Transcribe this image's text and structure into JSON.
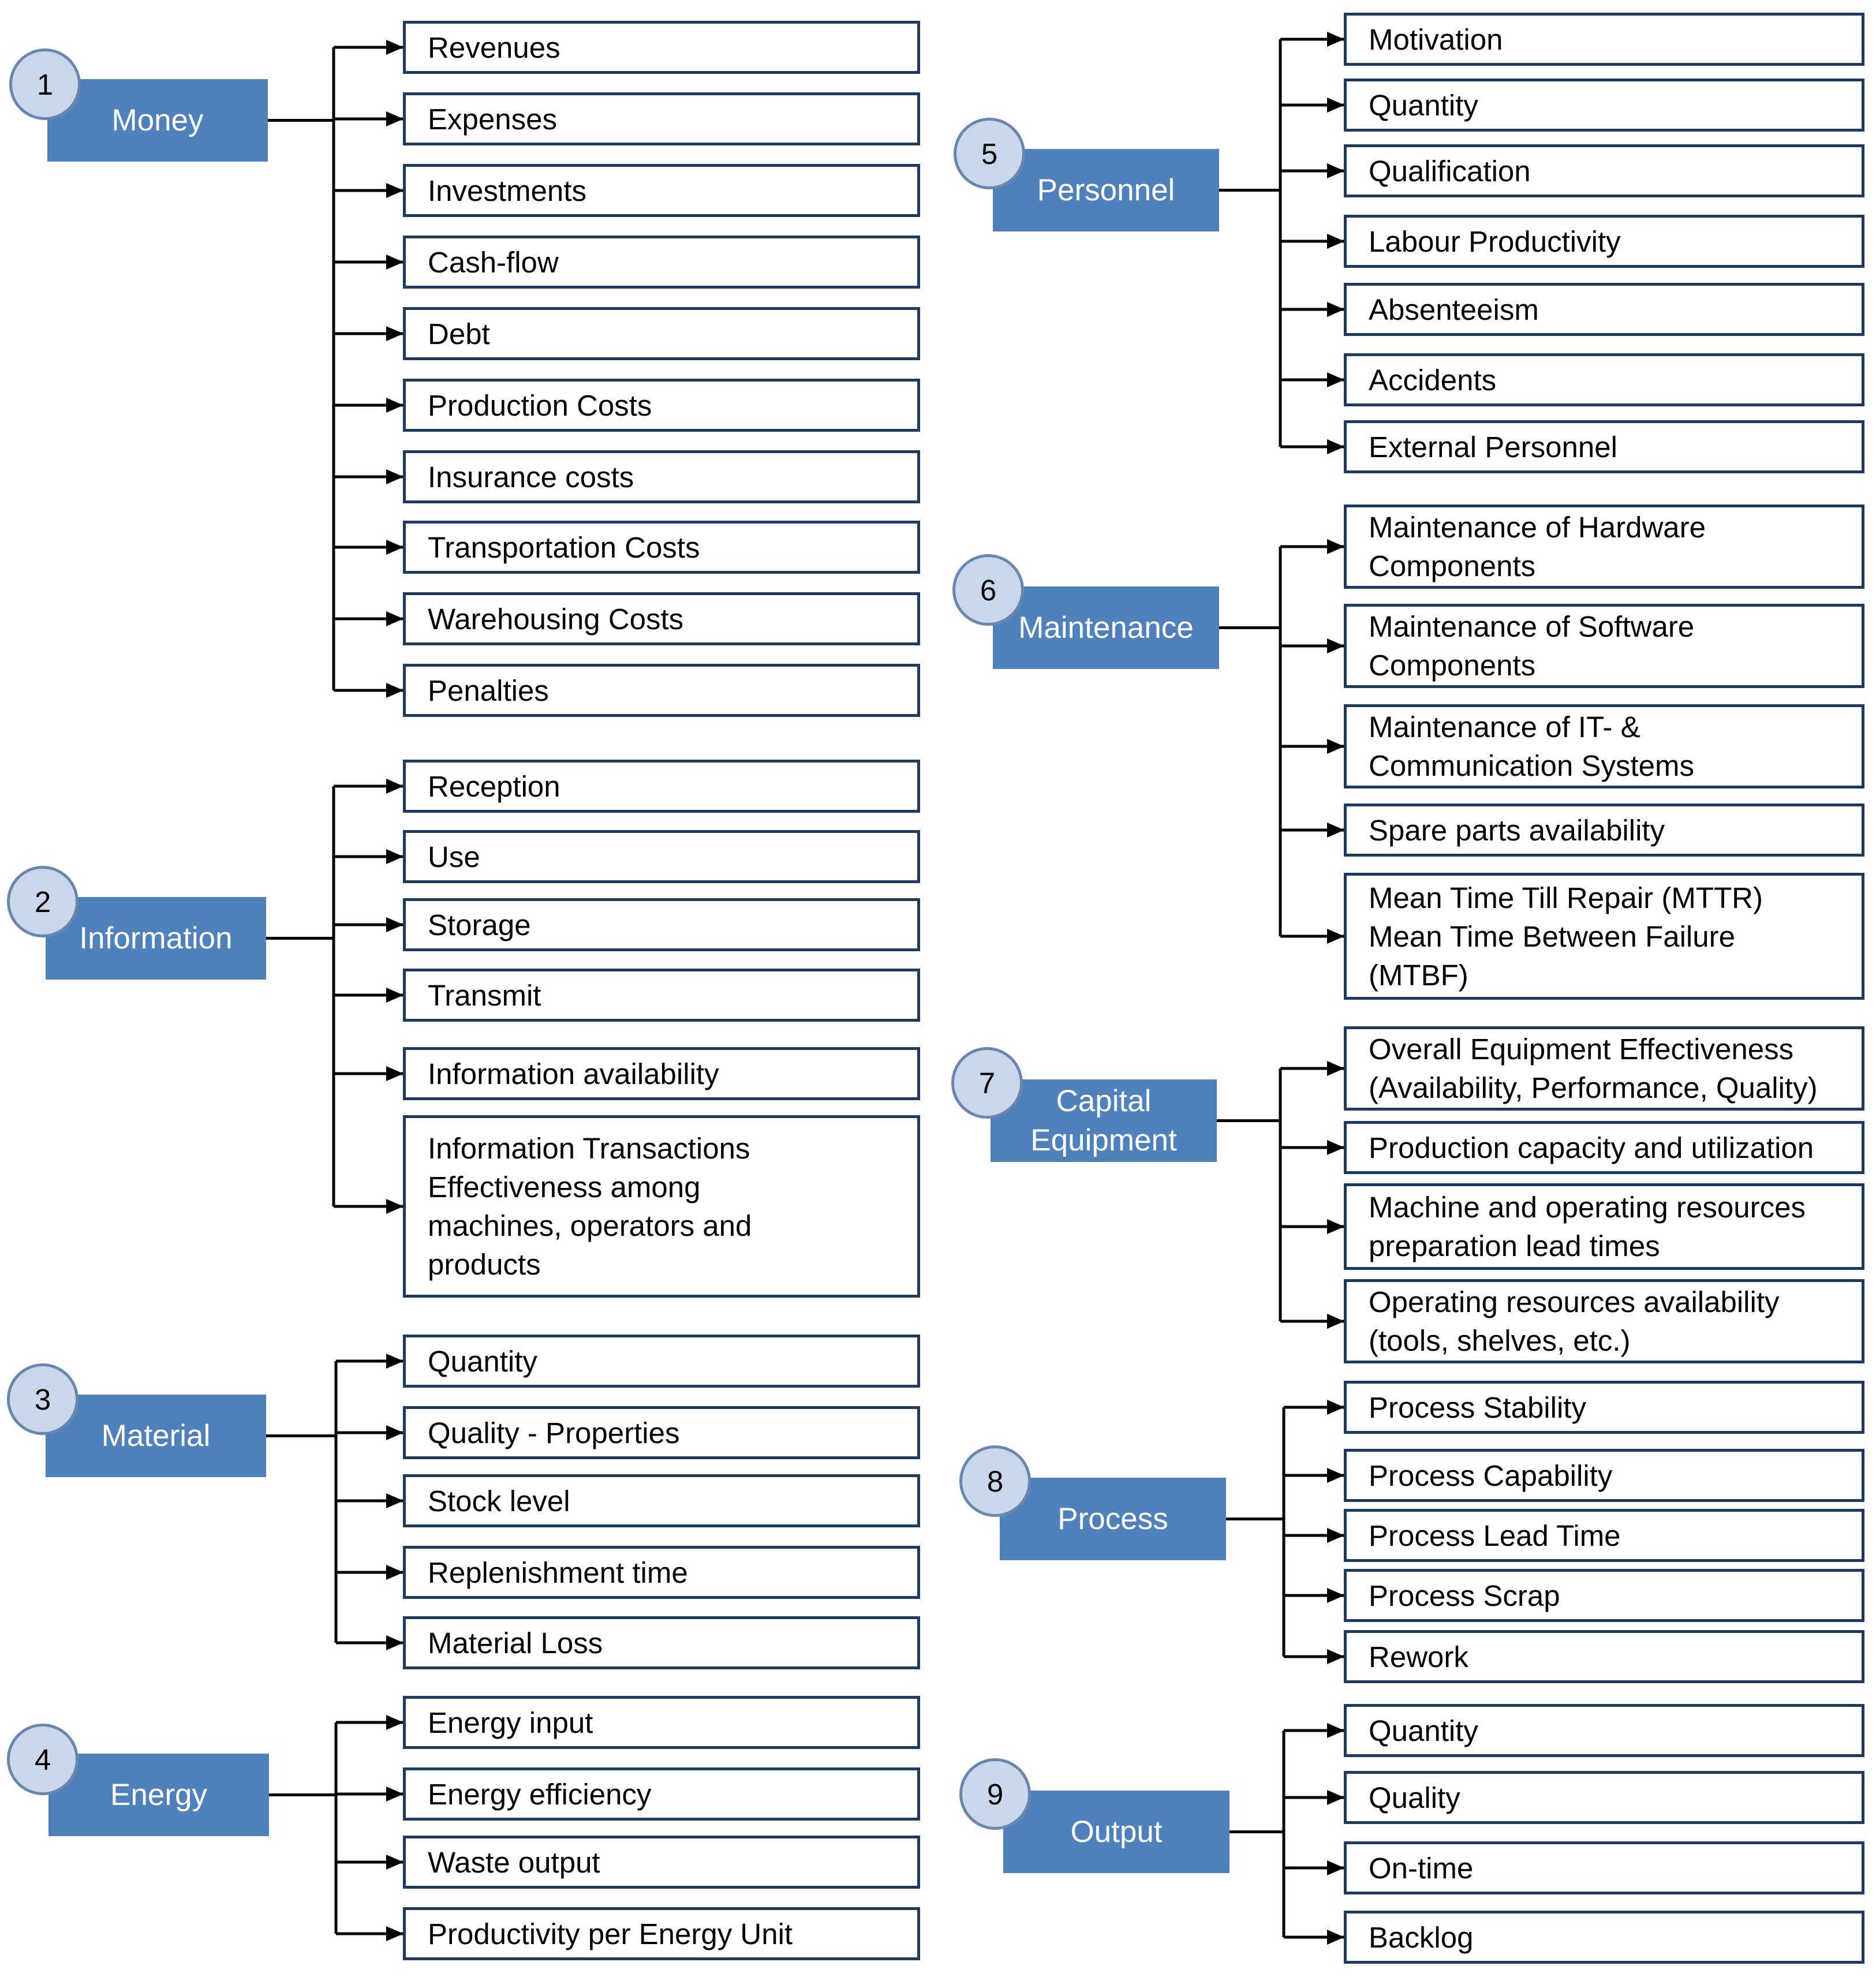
{
  "categories": [
    {
      "number": "1",
      "label": "Money",
      "items": [
        "Revenues",
        "Expenses",
        "Investments",
        "Cash-flow",
        "Debt",
        "Production Costs",
        "Insurance  costs",
        "Transportation Costs",
        "Warehousing  Costs",
        "Penalties"
      ]
    },
    {
      "number": "2",
      "label": "Information",
      "items": [
        "Reception",
        "Use",
        "Storage",
        "Transmit",
        "Information availability",
        "Information Transactions\nEffectiveness among\nmachines, operators and\nproducts"
      ]
    },
    {
      "number": "3",
      "label": "Material",
      "items": [
        "Quantity",
        "Quality - Properties",
        "Stock level",
        "Replenishment  time",
        "Material Loss"
      ]
    },
    {
      "number": "4",
      "label": "Energy",
      "items": [
        "Energy input",
        "Energy efficiency",
        "Waste output",
        "Productivity per Energy Unit"
      ]
    },
    {
      "number": "5",
      "label": "Personnel",
      "items": [
        "Motivation",
        "Quantity",
        "Qualification",
        "Labour Productivity",
        "Absenteeism",
        "Accidents",
        "External  Personnel"
      ]
    },
    {
      "number": "6",
      "label": "Maintenance",
      "items": [
        "Maintenance  of Hardware\nComponents",
        "Maintenance  of Software\nComponents",
        "Maintenance  of IT- &\nCommunication  Systems",
        "Spare parts availability",
        "Mean Time Till Repair (MTTR)\nMean Time Between Failure\n(MTBF)"
      ]
    },
    {
      "number": "7",
      "label": "Capital\nEquipment",
      "items": [
        "Overall  Equipment Effectiveness\n(Availability,  Performance, Quality)",
        "Production capacity and utilization",
        "Machine and operating resources\npreparation lead times",
        "Operating resources availability\n(tools, shelves, etc.)"
      ]
    },
    {
      "number": "8",
      "label": "Process",
      "items": [
        "Process Stability",
        "Process Capability",
        "Process Lead Time",
        "Process Scrap",
        "Rework"
      ]
    },
    {
      "number": "9",
      "label": "Output",
      "items": [
        "Quantity",
        "Quality",
        "On-time",
        "Backlog"
      ]
    }
  ],
  "colors": {
    "category_fill": "#4f81bd",
    "category_text": "#ffffff",
    "badge_fill": "#c9d7ea",
    "badge_border": "#6a86ad",
    "item_border": "#1f3a5f",
    "connector": "#000000"
  }
}
